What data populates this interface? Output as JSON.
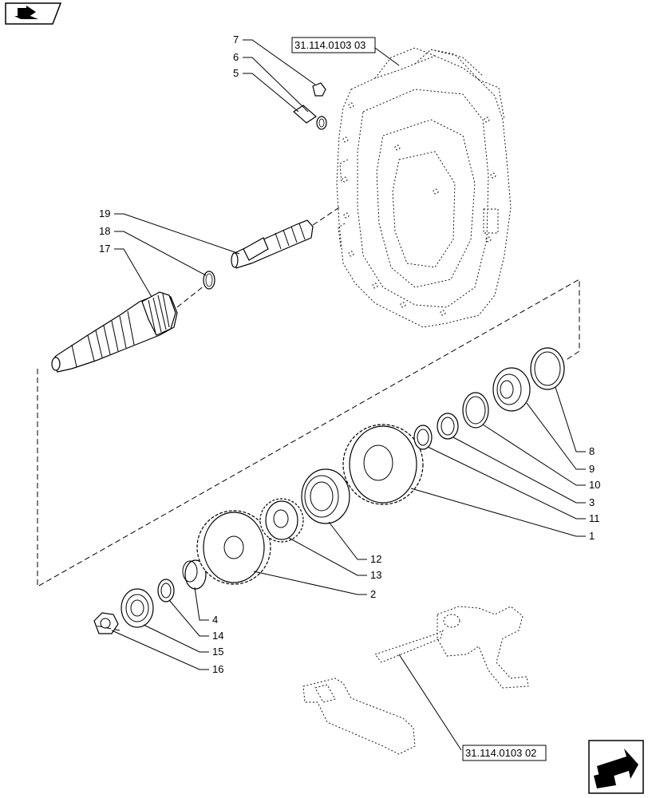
{
  "nav": {
    "top_icon": "book-arrow-icon",
    "bottom_icon": "next-page-arrow-icon"
  },
  "references": {
    "housing": "31.114.0103 03",
    "fork": "31.114.0103 02"
  },
  "callouts": [
    "7",
    "6",
    "5",
    "19",
    "18",
    "17",
    "8",
    "9",
    "10",
    "3",
    "11",
    "1",
    "12",
    "13",
    "2",
    "4",
    "14",
    "15",
    "16"
  ]
}
